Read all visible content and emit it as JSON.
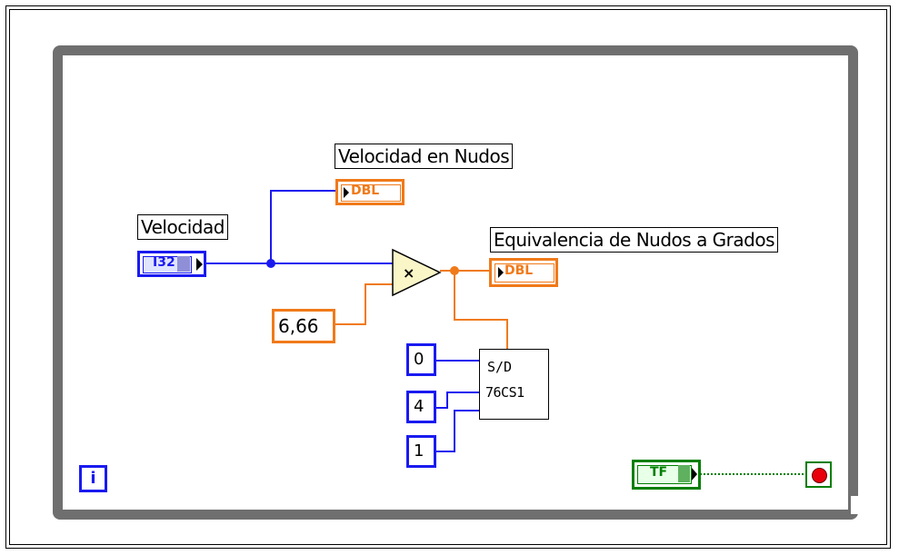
{
  "labels": {
    "velocidad": "Velocidad",
    "velocidad_nudos": "Velocidad en Nudos",
    "equivalencia": "Equivalencia de Nudos a Grados"
  },
  "terminals": {
    "velocidad_type": "I32",
    "velocidad_nudos_type": "DBL",
    "equivalencia_type": "DBL",
    "stop_type": "TF"
  },
  "constants": {
    "multiplier": "6,66",
    "c0": "0",
    "c4": "4",
    "c1": "1"
  },
  "subvi": {
    "line1": "S/D",
    "line2": "76CS1"
  },
  "loop": {
    "iteration_label": "i"
  },
  "colors": {
    "int_wire": "#1a1af0",
    "dbl_wire": "#f07a1a",
    "bool_wire": "#007f00",
    "loop_border": "#6f6f6f"
  }
}
